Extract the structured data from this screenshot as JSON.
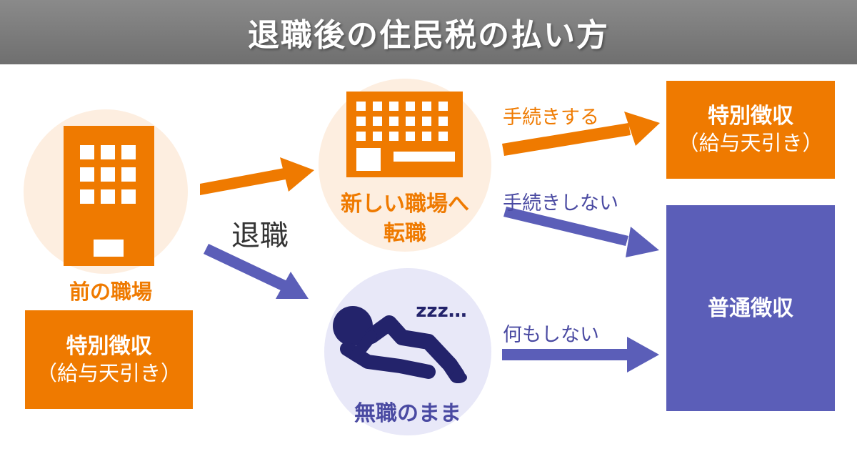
{
  "title": "退職後の住民税の払い方",
  "left": {
    "building_caption": "前の職場",
    "box_line1": "特別徴収",
    "box_line2": "（給与天引き）"
  },
  "center_label": "退職",
  "new_job": {
    "caption_line1": "新しい職場へ",
    "caption_line2": "転職"
  },
  "no_job": {
    "caption": "無職のまま",
    "sleep_text": "zzz…"
  },
  "arrows": {
    "procedure": "手続きする",
    "no_procedure": "手続きしない",
    "nothing": "何もしない"
  },
  "right_top": {
    "line1": "特別徴収",
    "line2": "（給与天引き）"
  },
  "right_bottom": {
    "line1": "普通徴収"
  },
  "colors": {
    "orange": "#ef7a00",
    "blue": "#5b5eb8",
    "navy": "#23236b",
    "header_gray": "#7d7d7d"
  },
  "icons": [
    "office-building-icon",
    "office-building-icon",
    "sleeping-person-icon",
    "arrow-right-icon"
  ]
}
